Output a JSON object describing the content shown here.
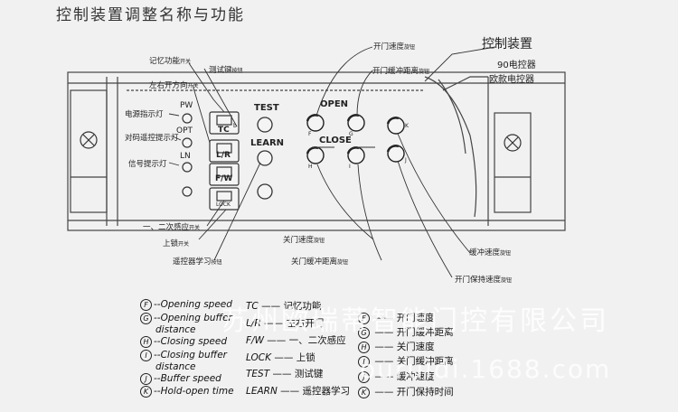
{
  "title": "控制装置调整名称与功能",
  "device": {
    "name": "控制装置",
    "sub1": "90电控器",
    "sub2": "欧款电控器"
  },
  "callouts": {
    "memory": "记忆功能",
    "memory_tag": "开关",
    "test_key": "测试键",
    "test_key_tag": "按钮",
    "lr_dir": "左右开方向",
    "lr_dir_tag": "开关",
    "power_led": "电源指示灯",
    "remote_led": "对码遥控提示灯",
    "signal_led": "信号提示灯",
    "sensor": "一、二次感应",
    "sensor_tag": "开关",
    "lock": "上锁",
    "lock_tag": "开关",
    "remote_learn": "遥控器学习",
    "remote_learn_tag": "按钮",
    "open_speed": "开门速度",
    "open_speed_tag": "旋钮",
    "open_buffer": "开门缓冲距离",
    "open_buffer_tag": "旋钮",
    "close_speed": "关门速度",
    "close_speed_tag": "旋钮",
    "close_buffer": "关门缓冲距离",
    "close_buffer_tag": "旋钮",
    "buffer_speed": "缓冲速度",
    "buffer_speed_tag": "旋钮",
    "hold_time": "开门保持速度",
    "hold_time_tag": "旋钮"
  },
  "panel": {
    "led_pw": "PW",
    "led_opt": "OPT",
    "led_ln": "LN",
    "sw_tc": "TC",
    "sw_lr": "L/R",
    "sw_fw": "F/W",
    "sw_lock": "LOCK",
    "btn_test": "TEST",
    "btn_learn": "LEARN",
    "open": "OPEN",
    "close": "CLOSE",
    "knob_f": "F",
    "knob_g": "G",
    "knob_h": "H",
    "knob_i": "I",
    "knob_k": "K",
    "knob_j": "J",
    "sw_b": "b"
  },
  "legend_left": [
    {
      "sym": "F",
      "text": "--Opening speed"
    },
    {
      "sym": "G",
      "text": "--Opening buffer"
    },
    {
      "sym": "",
      "text": "distance"
    },
    {
      "sym": "H",
      "text": "--Closing speed"
    },
    {
      "sym": "I",
      "text": "--Closing buffer"
    },
    {
      "sym": "",
      "text": "distance"
    },
    {
      "sym": "J",
      "text": "--Buffer speed"
    },
    {
      "sym": "K",
      "text": "--Hold-open time"
    }
  ],
  "legend_mid": [
    {
      "key": "TC",
      "val": "记忆功能"
    },
    {
      "key": "L/R",
      "val": "左右开门"
    },
    {
      "key": "F/W",
      "val": "一、二次感应"
    },
    {
      "key": "LOCK",
      "val": "上锁"
    },
    {
      "key": "TEST",
      "val": "测试键"
    },
    {
      "key": "LEARN",
      "val": "遥控器学习"
    }
  ],
  "legend_right": [
    {
      "sym": "F",
      "val": "开门速度"
    },
    {
      "sym": "G",
      "val": "开门缓冲距离"
    },
    {
      "sym": "H",
      "val": "关门速度"
    },
    {
      "sym": "I",
      "val": "关门缓冲距离"
    },
    {
      "sym": "J",
      "val": "缓冲速度"
    },
    {
      "sym": "K",
      "val": "开门保持时间"
    }
  ],
  "watermark": {
    "line1": "苏州欧瑞蒂智能门控有限公司",
    "line2": "ouruidi.1688.com"
  }
}
